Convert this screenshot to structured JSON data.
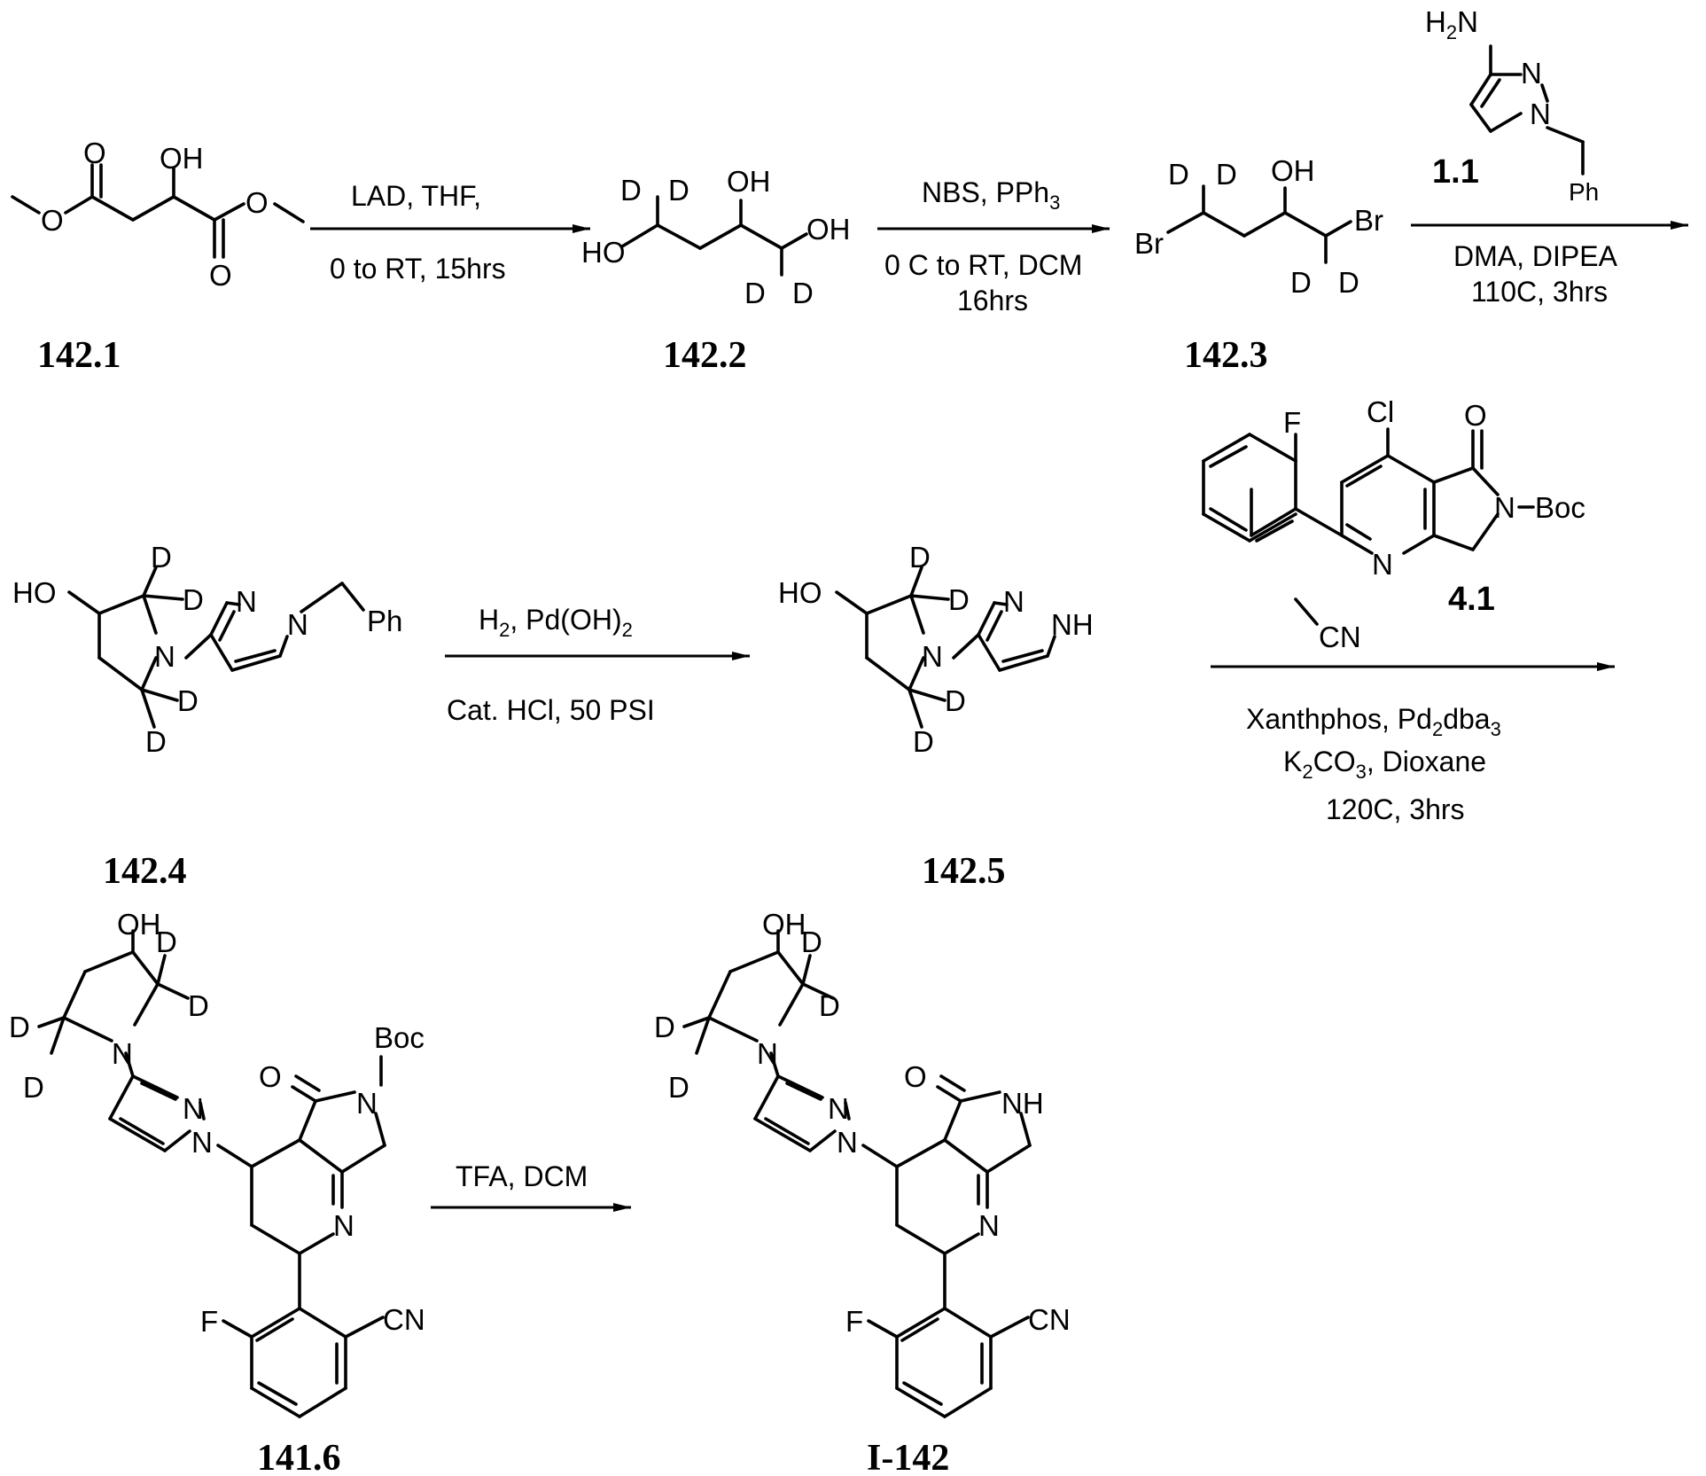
{
  "compounds": {
    "c1421": "142.1",
    "c1422": "142.2",
    "c1423": "142.3",
    "c11": "1.1",
    "c1424": "142.4",
    "c1425": "142.5",
    "c41": "4.1",
    "c1416": "141.6",
    "ci142": "I-142"
  },
  "steps": {
    "step1": {
      "line1": "LAD, THF,",
      "line2": "0 to RT, 15hrs"
    },
    "step2": {
      "line1a": "NBS, PPh",
      "line1sub": "3",
      "line2": "0 C to RT, DCM",
      "line3": "16hrs"
    },
    "step3": {
      "line1": "DMA, DIPEA",
      "line2": "110C, 3hrs"
    },
    "step4": {
      "line1a": "H",
      "line1sub": "2",
      "line1b": ", Pd(OH)",
      "line1sub2": "2",
      "line2": "Cat. HCl, 50 PSI"
    },
    "step5": {
      "line1a": "Xanthphos, Pd",
      "line1sub": "2",
      "line1b": "dba",
      "line1sub2": "3",
      "line2a": "K",
      "line2sub": "2",
      "line2b": "CO",
      "line2sub2": "3",
      "line2c": ", Dioxane",
      "line3": "120C, 3hrs"
    },
    "step6": {
      "line1": "TFA, DCM"
    }
  },
  "atoms": {
    "O": "O",
    "OH": "OH",
    "HO": "HO",
    "D": "D",
    "Br": "Br",
    "N": "N",
    "NH": "NH",
    "H2N_H": "H",
    "H2N_sub": "2",
    "H2N_N": "N",
    "Ph": "Ph",
    "Cl": "Cl",
    "F": "F",
    "CN": "CN",
    "Boc": "Boc"
  }
}
